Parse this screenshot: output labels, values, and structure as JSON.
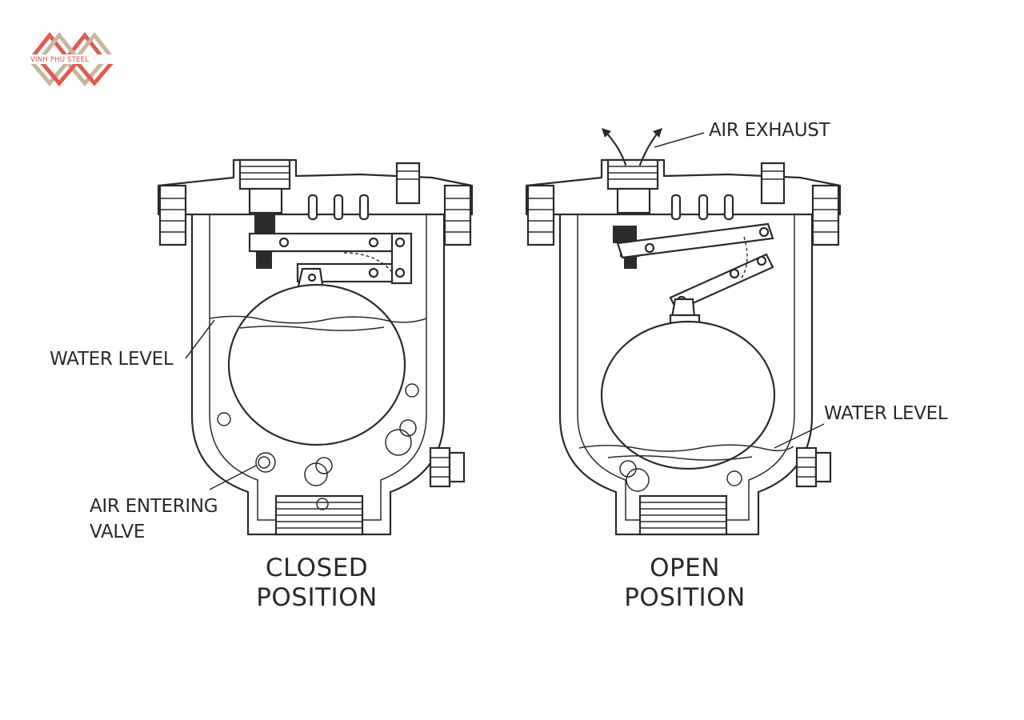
{
  "logo": {
    "text": "VINH PHU STEEL",
    "colors": {
      "red": "#e05a4f",
      "tan": "#c9b49c"
    }
  },
  "labels": {
    "water_level_left": "WATER LEVEL",
    "air_entering_line1": "AIR ENTERING",
    "air_entering_line2": "VALVE",
    "air_exhaust": "AIR EXHAUST",
    "water_level_right": "WATER LEVEL"
  },
  "captions": {
    "closed_line1": "CLOSED",
    "closed_line2": "POSITION",
    "open_line1": "OPEN",
    "open_line2": "POSITION"
  }
}
